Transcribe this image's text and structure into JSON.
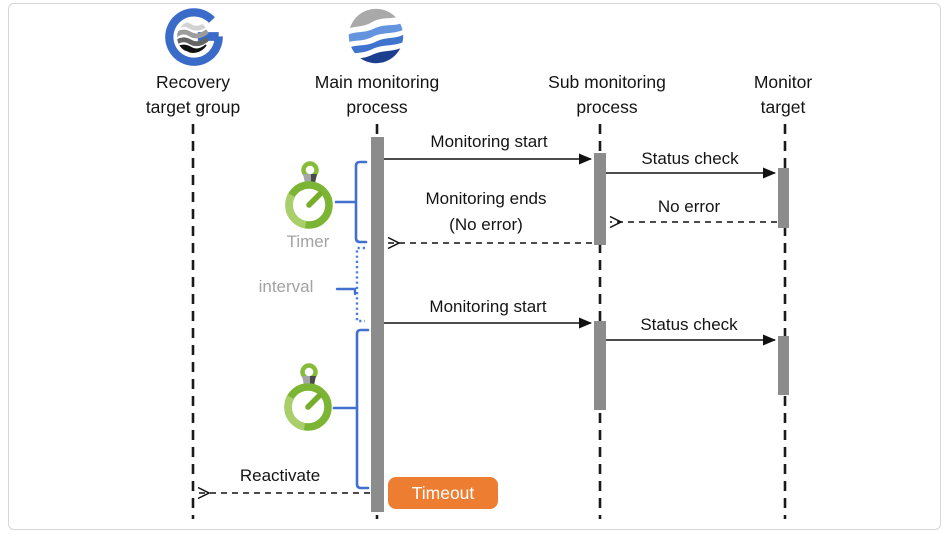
{
  "diagram": {
    "participants": [
      {
        "name": "Recovery target group",
        "line1": "Recovery",
        "line2": "target group",
        "icon": "g-waves-logo-icon"
      },
      {
        "name": "Main monitoring process",
        "line1": "Main monitoring",
        "line2": "process",
        "icon": "wave-globe-logo-icon"
      },
      {
        "name": "Sub monitoring process",
        "line1": "Sub monitoring",
        "line2": "process",
        "icon": "none"
      },
      {
        "name": "Monitor target",
        "line1": "Monitor",
        "line2": "target",
        "icon": "none"
      }
    ],
    "messages": {
      "monitoring_start_1": "Monitoring start",
      "status_check_1": "Status check",
      "monitoring_ends_line1": "Monitoring ends",
      "monitoring_ends_line2": "(No error)",
      "no_error": "No error",
      "monitoring_start_2": "Monitoring start",
      "status_check_2": "Status check",
      "reactivate": "Reactivate"
    },
    "annotations": {
      "timer": "Timer",
      "interval": "interval",
      "timeout": "Timeout"
    },
    "icons": {
      "timer": "stopwatch-icon",
      "recovery_group": "g-waves-logo-icon",
      "main_process": "wave-globe-logo-icon"
    },
    "colors": {
      "activation_bar": "#8c8c8c",
      "brace_blue": "#4170ce",
      "timer_green": "#7cb433",
      "timeout_orange": "#ed7d31",
      "muted_text": "#a3a3a3",
      "lifeline": "#1a1a1a"
    }
  }
}
